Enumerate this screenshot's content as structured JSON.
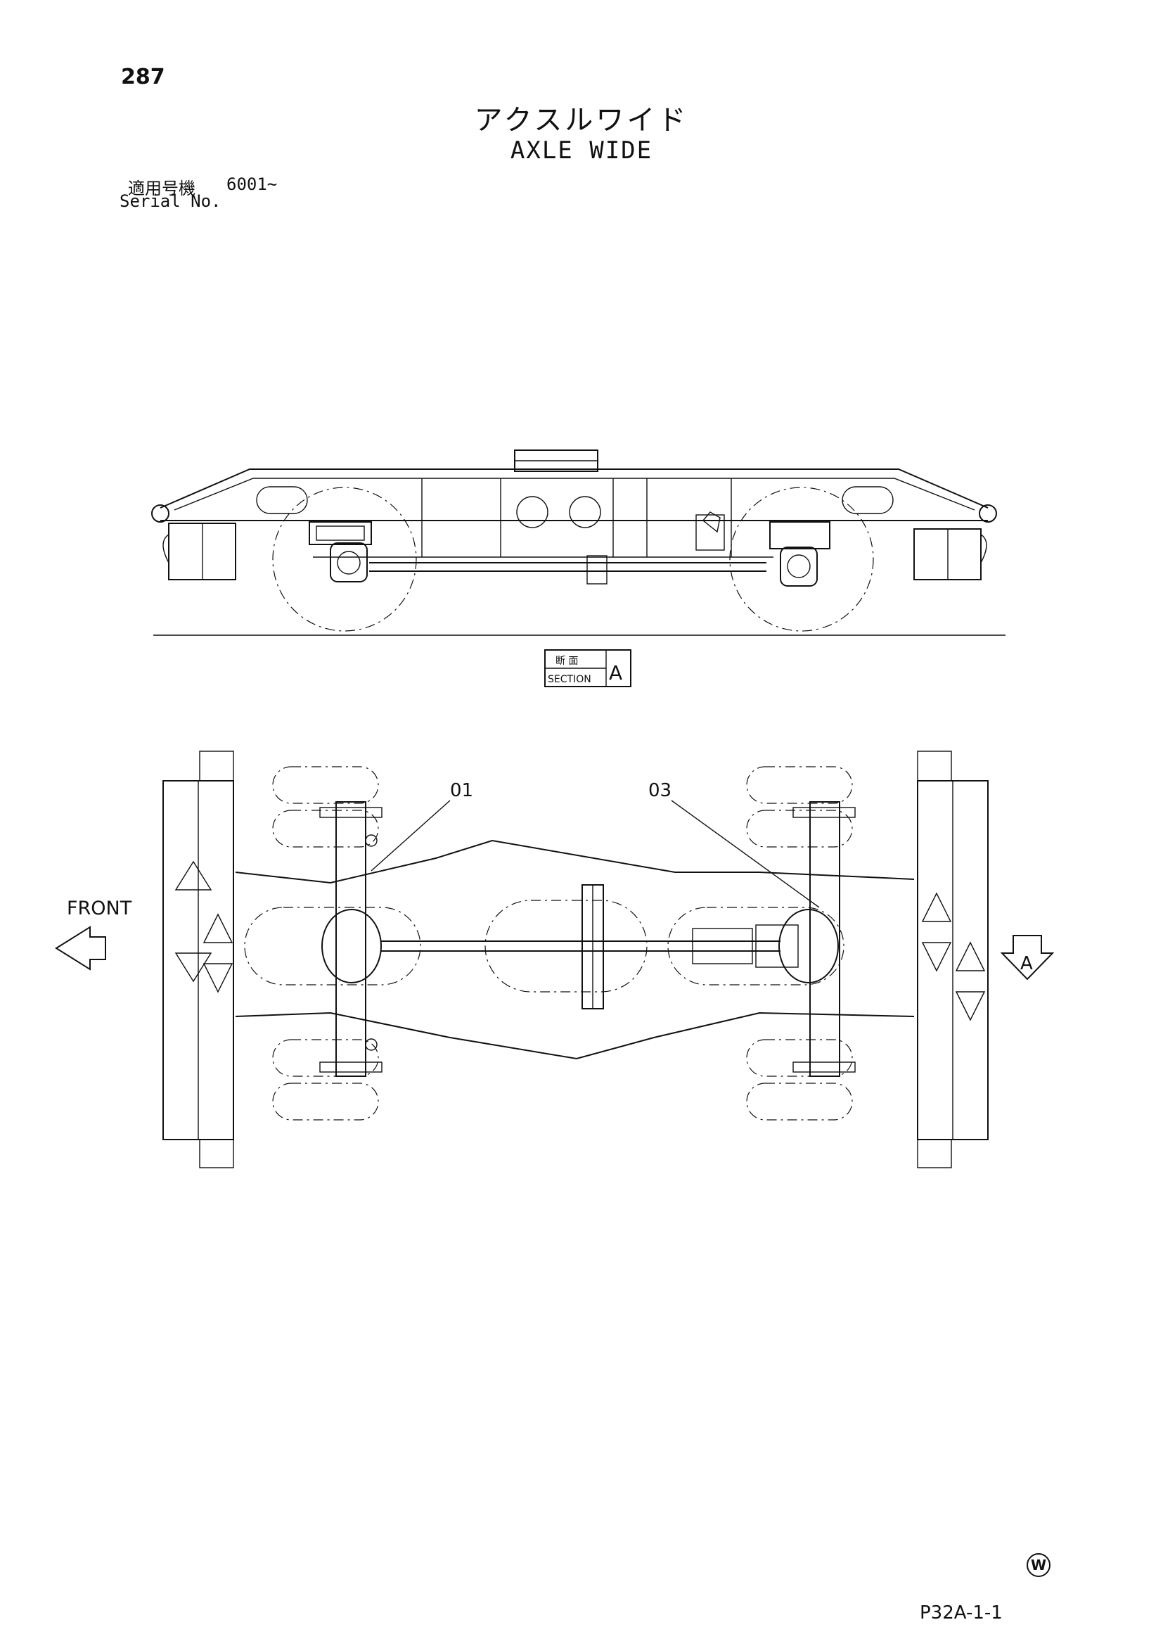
{
  "page_number": "287",
  "title_jp": "アクスルワイド",
  "title_en": "AXLE WIDE",
  "serial": {
    "label_jp": "適用号機",
    "value": "6001~",
    "label_en": "Serial No."
  },
  "section_marker": {
    "label_jp": "断 面",
    "label_en": "SECTION",
    "letter": "A"
  },
  "front_label": "FRONT",
  "view_arrow_letter": "A",
  "callouts": [
    "01",
    "03"
  ],
  "mark": "W",
  "diagram_number": "P32A-1-1"
}
